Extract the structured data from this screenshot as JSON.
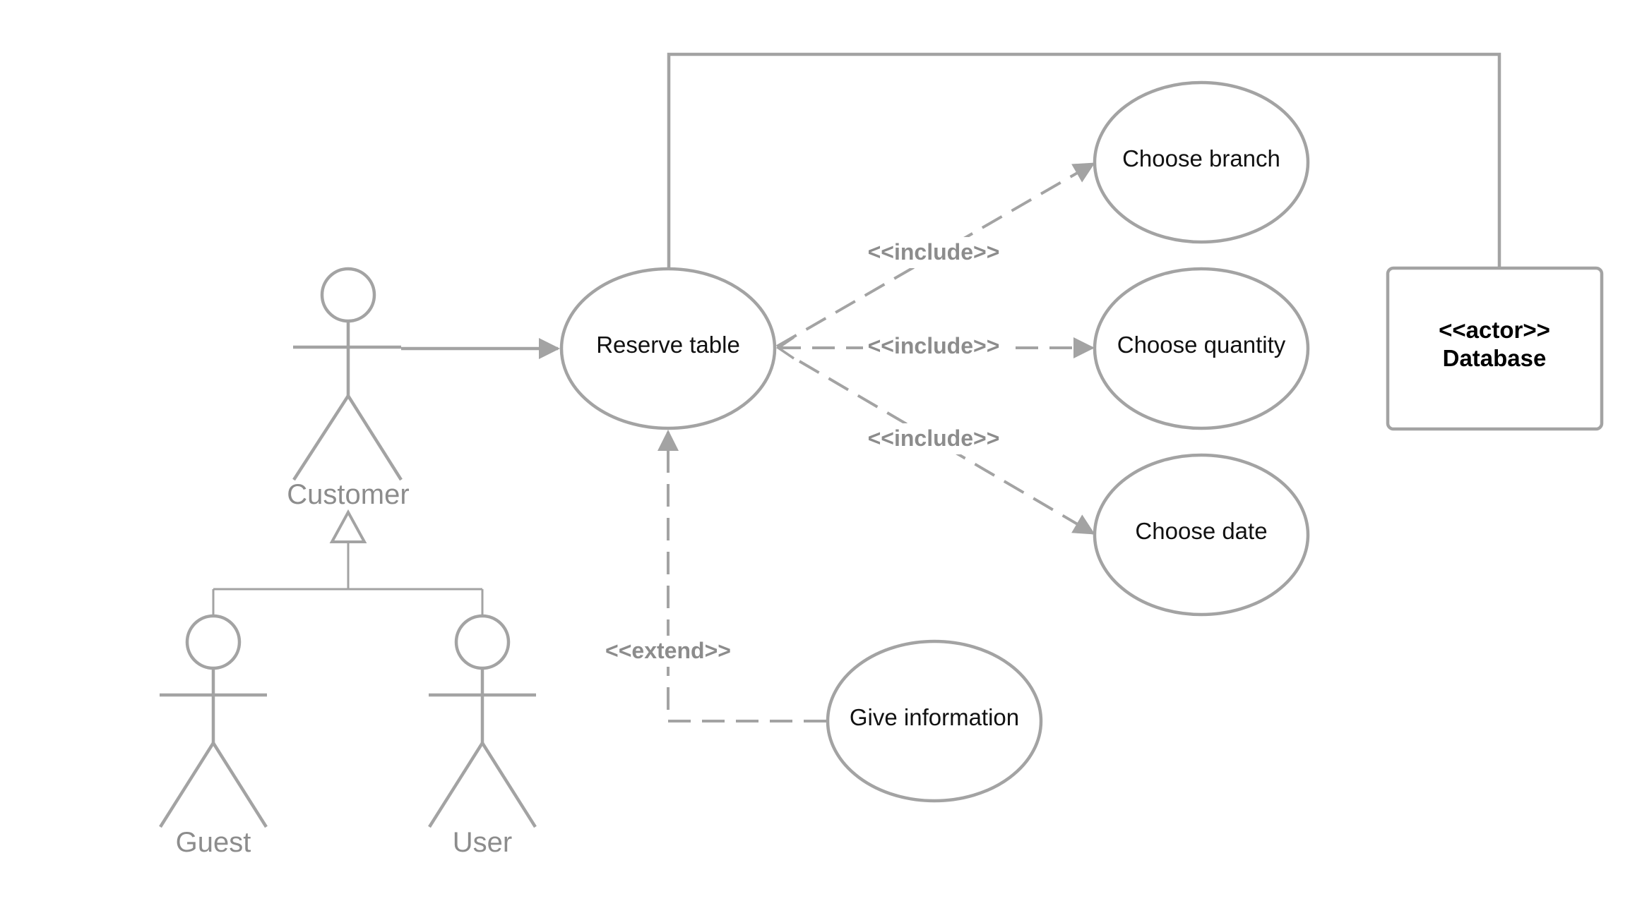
{
  "actors": {
    "customer": "Customer",
    "guest": "Guest",
    "user": "User"
  },
  "use_cases": {
    "reserve_table": "Reserve table",
    "choose_branch": "Choose branch",
    "choose_quantity": "Choose quantity",
    "choose_date": "Choose date",
    "give_information": "Give information"
  },
  "relations": {
    "include_branch": "<<include>>",
    "include_quantity": "<<include>>",
    "include_date": "<<include>>",
    "extend": "<<extend>>"
  },
  "database_box": {
    "stereotype": "<<actor>>",
    "name": "Database"
  },
  "colors": {
    "line": "#a3a3a3",
    "actor_text": "#8c8c8c",
    "label_text": "#111111"
  }
}
